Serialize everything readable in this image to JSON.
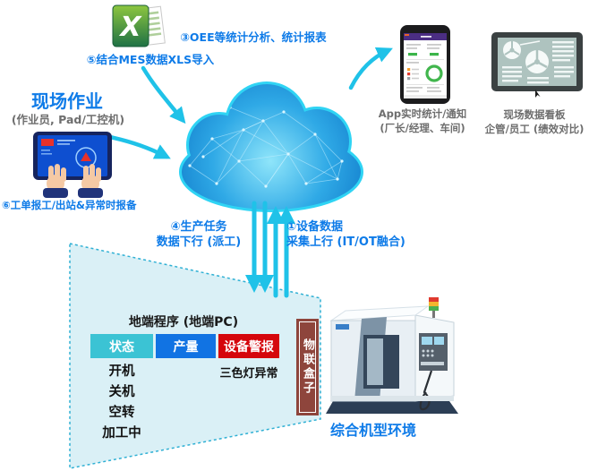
{
  "colors": {
    "accent_cyan": "#1FC2E8",
    "label_blue": "#0E7BE8",
    "label_gray": "#6E6E6E",
    "status_header_bg": "#3BC3D4",
    "output_header_bg": "#1173E3",
    "alarm_header_bg": "#D5060C",
    "iot_box_bg": "#8E453C",
    "beam_fill": "#DAF0F6"
  },
  "labels": {
    "excel_x": "X",
    "excel_import": "⑤结合MES数据XLS导入",
    "field_title": "现场作业",
    "field_sub": "(作业员, Pad/工控机)",
    "workorder": "⑥工单报工/出站&异常时报备",
    "oee": "③OEE等统计分析、统计报表",
    "downlink1": "④生产任务",
    "downlink2": "数据下行 (派工)",
    "uplink1": "①设备数据",
    "uplink2": "采集上行 (IT/OT融合)",
    "app1": "App实时统计/通知",
    "app2": "(厂长/经理、车间)",
    "board1": "现场数据看板",
    "board2": "企管/员工 (绩效对比)",
    "edge_title": "地端程序 (地端PC)",
    "iot_box": "物联盒子",
    "machine_env": "综合机型环境",
    "alarm_note": "三色灯异常"
  },
  "edge_table": {
    "headers": [
      "状态",
      "产量",
      "设备警报"
    ],
    "status_items": [
      "开机",
      "关机",
      "空转",
      "加工中"
    ]
  }
}
